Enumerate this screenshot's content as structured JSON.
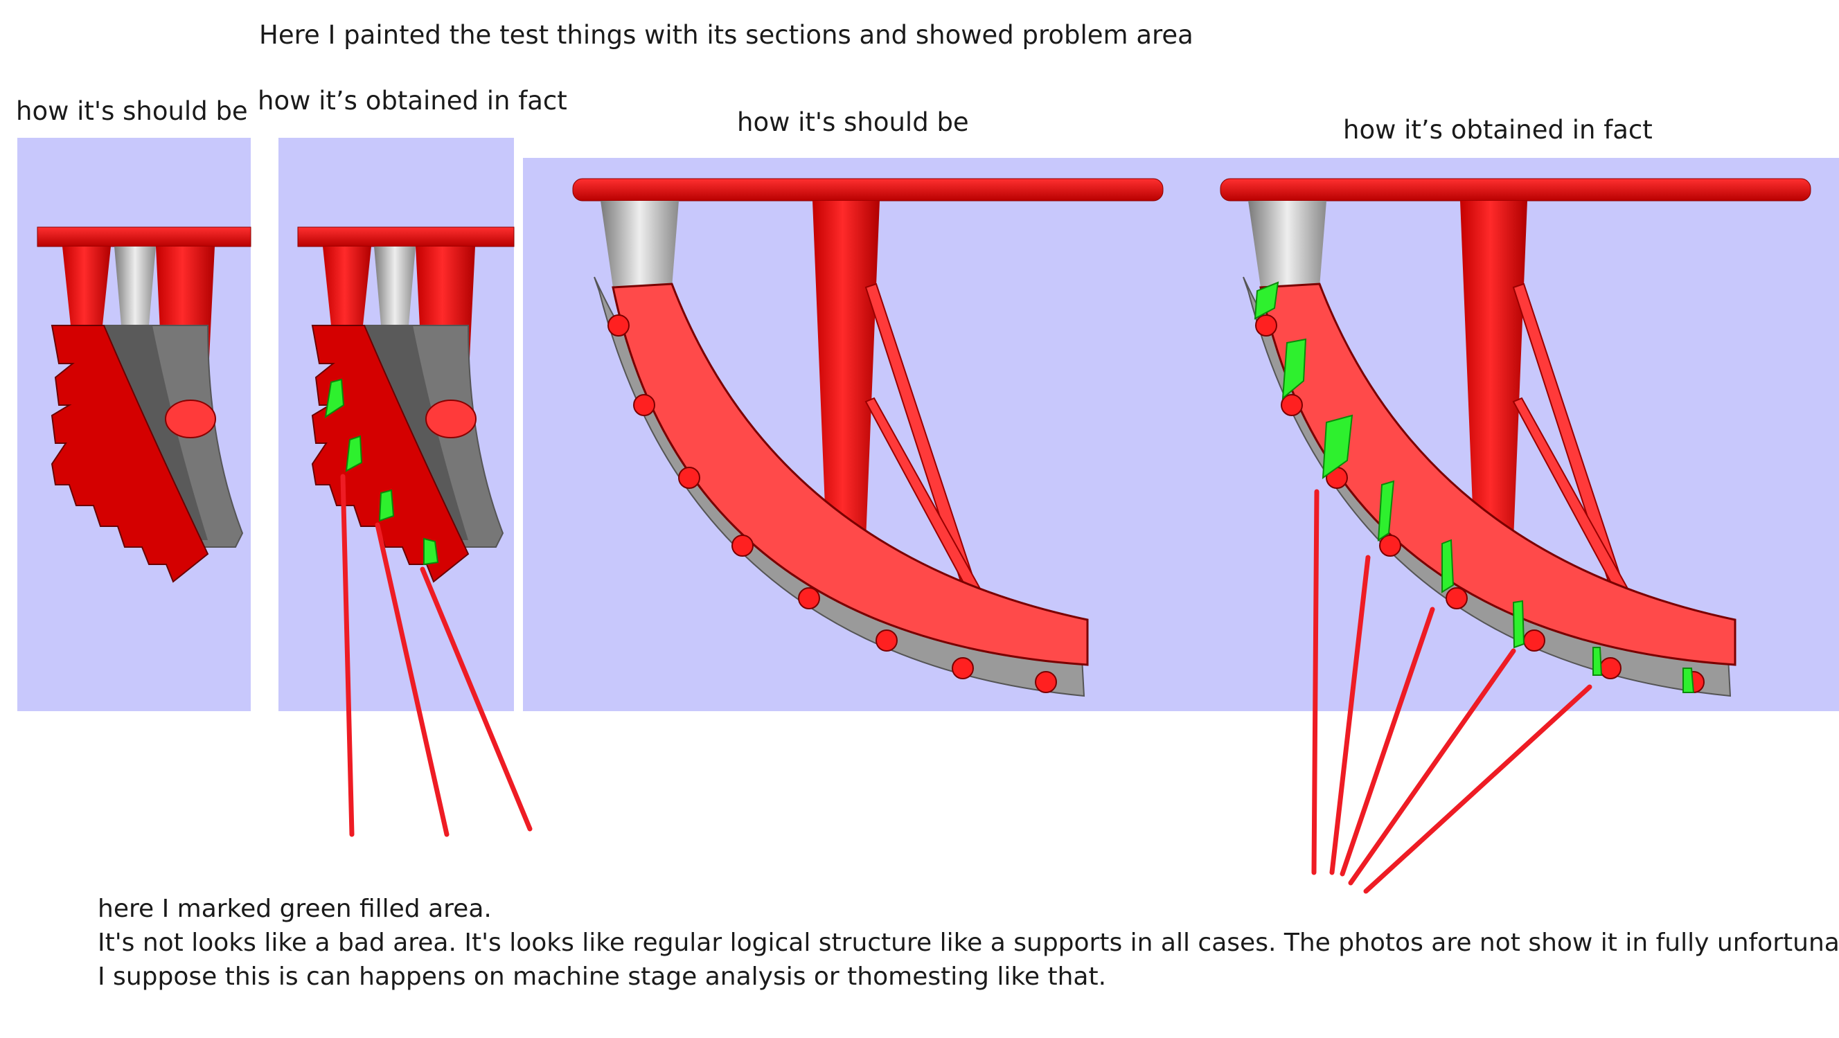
{
  "header": {
    "title": "Here I painted the test things with its sections and showed problem area"
  },
  "captions": {
    "p1": "how it's should be",
    "p2": "how it’s obtained in fact",
    "p3": "how it's should be",
    "p4": "how it’s obtained in fact"
  },
  "notes": {
    "line1": "here I marked green filled area.",
    "line2": "It's not looks like a bad area. It's looks like regular logical structure like a supports in all cases. The photos are not show it in fully unfortunately.",
    "line3": "I suppose this is can happens on machine stage analysis or thomesting like that."
  },
  "colors": {
    "background": "#c8c8fc",
    "part": "#ff4a4a",
    "support": "#9a9a9a",
    "problem_area": "#2ef02e",
    "marker_line": "#ee1c24"
  }
}
